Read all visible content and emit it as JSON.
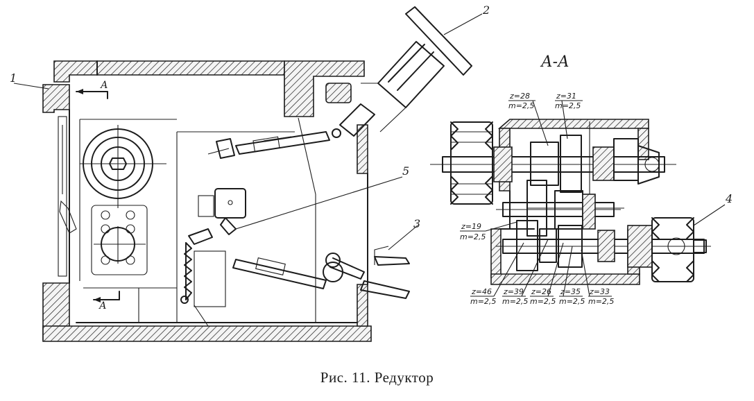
{
  "figure": {
    "caption": "Рис.  11.  Редуктор",
    "section_title": "А-А",
    "cut_marker": "А",
    "callouts": [
      "1",
      "2",
      "3",
      "4",
      "5"
    ],
    "gear_labels": [
      {
        "z": "z=28",
        "m": "m=2,5"
      },
      {
        "z": "z=31",
        "m": "m=2,5"
      },
      {
        "z": "z=19",
        "m": "m=2,5"
      },
      {
        "z": "z=46",
        "m": "m=2,5"
      },
      {
        "z": "z=39",
        "m": "m=2,5"
      },
      {
        "z": "z=26",
        "m": "m=2,5"
      },
      {
        "z": "z=35",
        "m": "m=2,5"
      },
      {
        "z": "z=33",
        "m": "m=2,5"
      }
    ]
  }
}
